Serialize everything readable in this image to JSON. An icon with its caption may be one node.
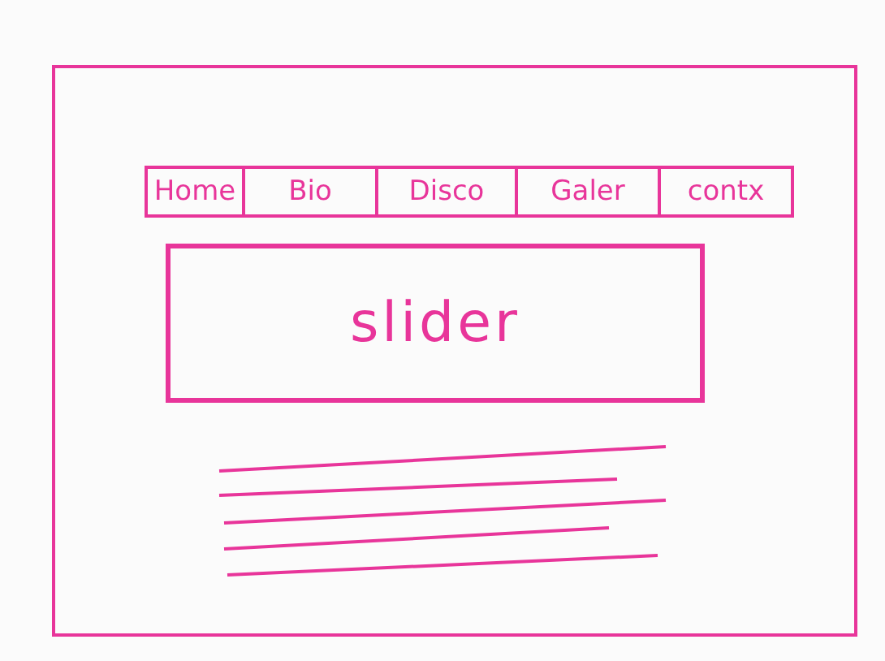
{
  "diagram": {
    "nodes": [
      {
        "text": [],
        "shape": "box"
      },
      {
        "text": [
          "Home"
        ],
        "in": 0
      },
      {
        "text": [
          "Bio"
        ],
        "in": 0
      },
      {
        "text": [
          "Disco"
        ],
        "in": 0
      },
      {
        "text": [
          "Galer"
        ],
        "in": 0
      },
      {
        "text": [
          "contx"
        ],
        "in": 0
      },
      {
        "text": [
          "slider"
        ],
        "in": 0
      }
    ],
    "edges": []
  }
}
